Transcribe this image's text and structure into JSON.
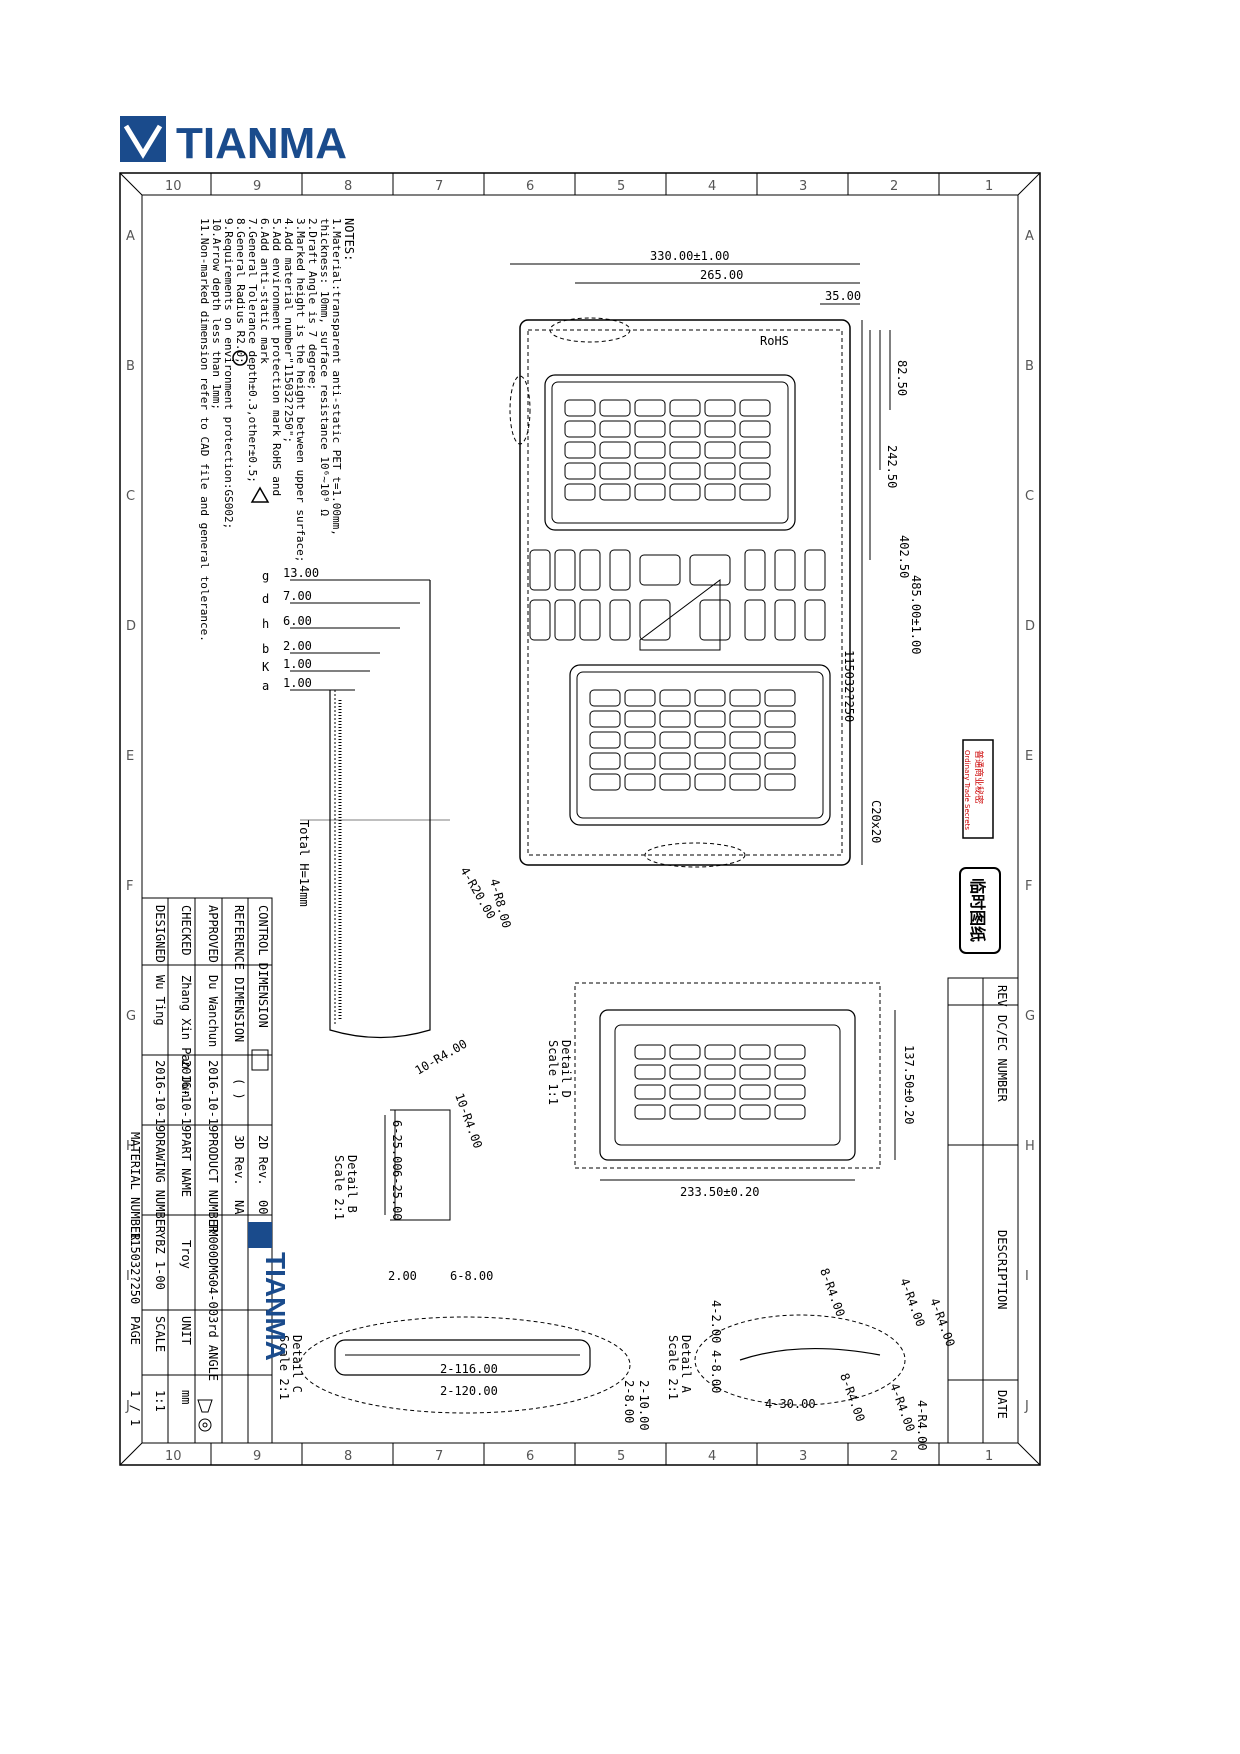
{
  "brand": {
    "name": "TIANMA",
    "color": "#1a4b8c"
  },
  "stamps": {
    "secret_cn": "普通商业秘密",
    "secret_en": "Ordinary Trade Secrets",
    "temp_drawing": "临时图纸"
  },
  "grid": {
    "columns_top": [
      "10",
      "9",
      "8",
      "7",
      "6",
      "5",
      "4",
      "3",
      "2",
      "1"
    ],
    "rows_side": [
      "A",
      "B",
      "C",
      "D",
      "E",
      "F",
      "G",
      "H",
      "I",
      "J"
    ]
  },
  "notes": {
    "title": "NOTES:",
    "lines": [
      "1.Material:transparent anti-static PET t=1.00mm,",
      "  thickness: 10mm, surface resistance 10⁶~10⁹ Ω",
      "2.Draft Angle is 7 degree;",
      "3.Marked height is the height between upper surface;",
      "4.Add material number\"115032?250\";",
      "5.Add environment protection mark RoHS and",
      "6.Add anti-static mark",
      "7.General Tolerance depth±0.3,other±0.5;",
      "8.General Radius R2.0;",
      "9.Requirements on environment protection:GS002;",
      "10.Arrow depth less than 1mm;",
      "11.Non-marked dimension refer to CAD file and general tolerance."
    ]
  },
  "depth_table": {
    "rows": [
      {
        "value": "13.00",
        "letter": "g"
      },
      {
        "value": "7.00",
        "letter": "d"
      },
      {
        "value": "6.00",
        "letter": "h"
      },
      {
        "value": "2.00",
        "letter": "b"
      },
      {
        "value": "1.00",
        "letter": "K"
      },
      {
        "value": "1.00",
        "letter": "a"
      }
    ],
    "total": "Total H=14mm"
  },
  "main_dims": {
    "d1": "330.00±1.00",
    "d2": "265.00",
    "d3": "35.00",
    "d4": "82.50",
    "d5": "242.50",
    "d6": "402.50",
    "d7": "485.00±1.00",
    "d8": "C20x20",
    "d9": "4-R20.00",
    "d10": "4-R8.00",
    "part_no": "115032?250",
    "rohs": "RoHS"
  },
  "detail_d": {
    "title": "Detail D",
    "scale": "Scale 1:1",
    "w": "233.50±0.20",
    "h": "137.50±0.20"
  },
  "detail_b": {
    "title": "Detail B",
    "scale": "Scale 2:1",
    "r1": "10-R4.00",
    "r2": "10-R4.00",
    "a": "6-25.00",
    "b": "6-25.00",
    "c": "2.00",
    "d": "6-8.00"
  },
  "detail_c": {
    "title": "Detail C",
    "scale": "Scale 2:1",
    "a": "2-116.00",
    "b": "2-120.00",
    "c": "2-10.00",
    "d": "2-8.00"
  },
  "detail_a": {
    "title": "Detail A",
    "scale": "Scale 2:1",
    "a": "4-2.00",
    "b": "4-8.00",
    "c": "4-30.00",
    "r1": "8-R4.00",
    "r2": "4-R4.00",
    "r3": "4-R4.00",
    "r4": "8-R4.00",
    "r5": "4-R4.00",
    "r6": "4-R4.00"
  },
  "revision": {
    "rev": "REV",
    "dcn": "DC/EC NUMBER",
    "desc": "DESCRIPTION",
    "date": "DATE"
  },
  "title_block": {
    "control_dim": "CONTROL DIMENSION",
    "ref_dim": "REFERENCE DIMENSION",
    "approved_label": "APPROVED",
    "approved_name": "Du Wanchun",
    "approved_date": "2016-10-19",
    "checked_label": "CHECKED",
    "checked_name": "Zhang Xin Pan Jun",
    "checked_date": "2016-10-19",
    "designed_label": "DESIGNED",
    "designed_name": "Wu Ting",
    "designed_date": "2016-10-19",
    "paren": "( )",
    "rev2d_label": "2D Rev.",
    "rev2d_val": "00",
    "rev3d_label": "3D Rev.",
    "rev3d_val": "NA",
    "product_label": "PRODUCT NUMBER",
    "product_val": "TM000DMG04-00",
    "part_label": "PART NAME",
    "part_val": "Troy",
    "drawing_label": "DRAWING NUMBER",
    "drawing_val": "YBZ 1-00",
    "material_label": "MATERIAL NUMBER",
    "material_val": "115032?250",
    "angle_label": "3rd ANGLE",
    "unit_label": "UNIT",
    "unit_val": "mm",
    "scale_label": "SCALE",
    "scale_val": "1:1",
    "page_label": "PAGE",
    "page_val": "1 / 1"
  }
}
